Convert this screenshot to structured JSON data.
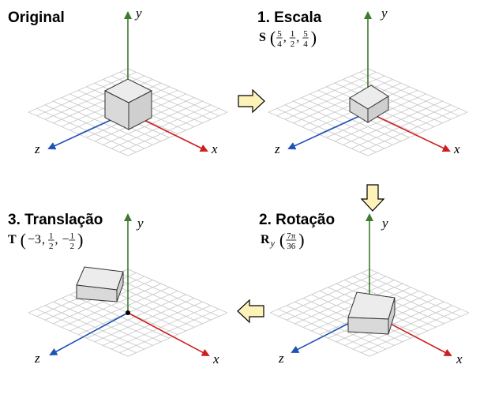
{
  "panels": [
    {
      "id": "original",
      "title": "Original",
      "formula": null
    },
    {
      "id": "escala",
      "title": "1. Escala",
      "formula": {
        "op": "S",
        "args": [
          {
            "num": "5",
            "den": "4"
          },
          {
            "num": "1",
            "den": "2"
          },
          {
            "num": "5",
            "den": "4"
          }
        ]
      }
    },
    {
      "id": "rotacao",
      "title": "2. Rotação",
      "formula": {
        "op": "R",
        "sub": "y",
        "args": [
          {
            "num": "7π",
            "den": "36"
          }
        ]
      }
    },
    {
      "id": "translacao",
      "title": "3. Translação",
      "formula": {
        "op": "T",
        "args": [
          {
            "text": "−3"
          },
          {
            "num": "1",
            "den": "2"
          },
          {
            "num": "1",
            "den": "2",
            "neg": true
          }
        ]
      }
    }
  ],
  "axis_labels": {
    "x": "x",
    "y": "y",
    "z": "z"
  },
  "colors": {
    "x_axis": "#cc1f1f",
    "y_axis": "#3f7a2e",
    "z_axis": "#1f52b5",
    "grid": "#c9c9c9",
    "box_face": "#d8d8d8",
    "arrow_fill": "#fdf2b8",
    "arrow_stroke": "#000000"
  },
  "icons": {
    "flow_arrow": "block-arrow-icon",
    "origin": "origin-dot-icon"
  }
}
